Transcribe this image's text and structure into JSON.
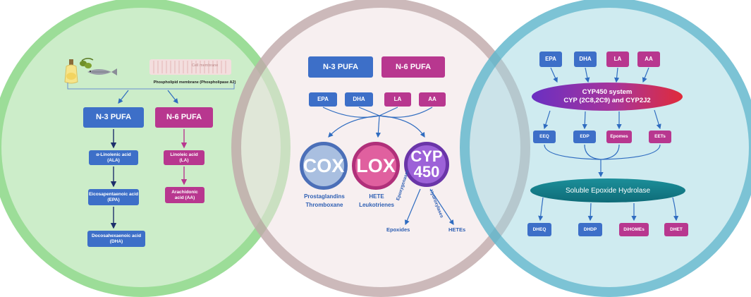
{
  "left": {
    "membrane_label": "Cell membrane",
    "phospholipid_label": "Phospholipid membrane (Phospholipase A2)",
    "n3_title": "N-3 PUFA",
    "n6_title": "N-6 PUFA",
    "n3_chain": [
      "α-Linolenic acid\n(ALA)",
      "Eicosapentaenoic acid\n(EPA)",
      "Docosahexaenoic acid\n(DHA)"
    ],
    "n6_chain": [
      "Linoleic acid\n(LA)",
      "Arachidonic\nacid (AA)"
    ]
  },
  "middle": {
    "n3_title": "N-3 PUFA",
    "n6_title": "N-6 PUFA",
    "fatty_acids": [
      {
        "label": "EPA",
        "color": "blue"
      },
      {
        "label": "DHA",
        "color": "blue"
      },
      {
        "label": "LA",
        "color": "magenta"
      },
      {
        "label": "AA",
        "color": "magenta"
      }
    ],
    "enzymes": [
      {
        "label": "COX",
        "color": "#a9bfe0"
      },
      {
        "label": "LOX",
        "color": "#e0609f"
      },
      {
        "label": "CYP\n450",
        "color": "#9d62d8"
      }
    ],
    "cox_products": "Prostaglandins\nThromboxane",
    "lox_products": "HETE\nLeukotrienes",
    "epoxygenases": "Epoxygenases",
    "hydroxylases": "Hydroxylases",
    "epoxides": "Epoxides",
    "hetes": "HETEs"
  },
  "right": {
    "fatty_acids": [
      {
        "label": "EPA",
        "color": "blue"
      },
      {
        "label": "DHA",
        "color": "blue"
      },
      {
        "label": "LA",
        "color": "magenta"
      },
      {
        "label": "AA",
        "color": "magenta"
      }
    ],
    "cyp_title": "CYP450 system\nCYP (2C8,2C9) and CYP2J2",
    "epoxides": [
      {
        "label": "EEQ",
        "color": "blue"
      },
      {
        "label": "EDP",
        "color": "blue"
      },
      {
        "label": "Epomes",
        "color": "magenta"
      },
      {
        "label": "EETs",
        "color": "magenta"
      }
    ],
    "seh_title": "Soluble Epoxide Hydrolase",
    "diols": [
      {
        "label": "DHEQ",
        "color": "blue"
      },
      {
        "label": "DHDP",
        "color": "blue"
      },
      {
        "label": "DiHOMEs",
        "color": "magenta"
      },
      {
        "label": "DHET",
        "color": "magenta"
      }
    ]
  },
  "colors": {
    "blue": "#3d6fc8",
    "magenta": "#b8378f",
    "arrow_blue": "#2f6cc0",
    "arrow_navy": "#1d2f6b",
    "arrow_magenta": "#b8378f"
  }
}
